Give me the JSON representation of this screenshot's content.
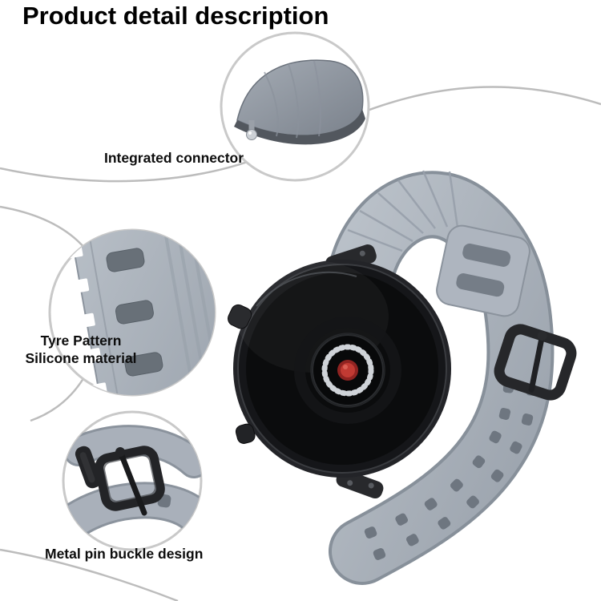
{
  "page": {
    "title": "Product detail description"
  },
  "callouts": {
    "connector": {
      "label": "Integrated connector"
    },
    "tyre": {
      "label_line1": "Tyre Pattern",
      "label_line2": "Silicone material"
    },
    "buckle": {
      "label": "Metal pin buckle design"
    }
  },
  "colors": {
    "strap_gray": "#a9b0ba",
    "strap_gray_dark": "#8b939d",
    "strap_hole_dark": "#6e7680",
    "watch_case_black": "#1b1c1e",
    "watch_face_black": "#0b0c0d",
    "emblem_red": "#c13a33",
    "emblem_dot_ring_silver": "#cfd3d8",
    "metal_buckle_black": "#232427",
    "callout_circle_border": "#c9c9c9",
    "decorative_line_gray": "#bcbcbc",
    "text_black": "#0d0d0d"
  }
}
